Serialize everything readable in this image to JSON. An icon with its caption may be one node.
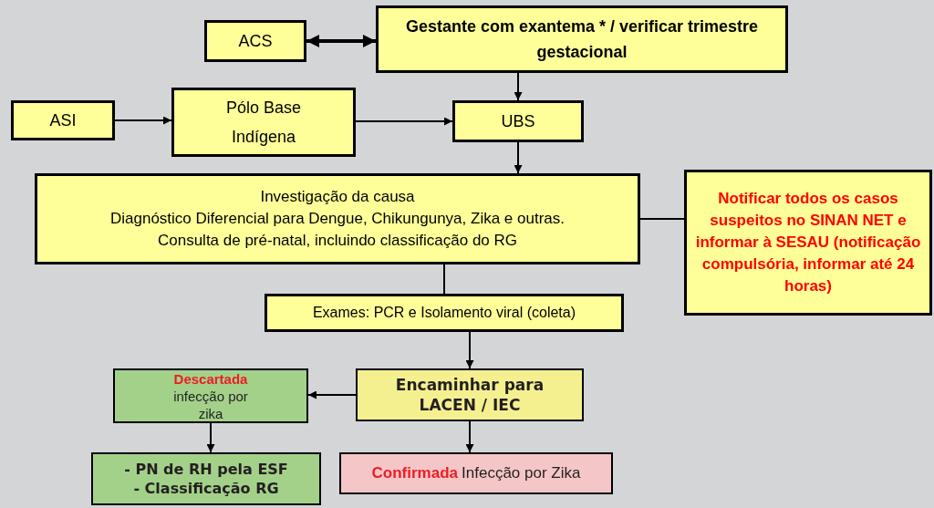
{
  "diagram": {
    "nodes": [
      {
        "text": [
          "ACS"
        ]
      },
      {
        "text": [
          "Gestante com exantema * / verificar trimestre gestacional"
        ]
      },
      {
        "text": [
          "ASI"
        ]
      },
      {
        "text": [
          "Pólo Base Indígena"
        ]
      },
      {
        "text": [
          "UBS"
        ]
      },
      {
        "text": [
          "Investigação da causa",
          "Diagnóstico Diferencial para Dengue, Chikungunya, Zika e outras.",
          "Consulta de pré-natal, incluindo classificação do RG"
        ]
      },
      {
        "text": [
          "Notificar todos os casos suspeitos no SINAN NET e informar à SESAU (notificação compulsória, informar até 24 horas)"
        ]
      },
      {
        "text": [
          "Exames: PCR e Isolamento viral (coleta)"
        ]
      },
      {
        "text": [
          "Encaminhar para LACEN / IEC"
        ]
      },
      {
        "text": [
          "Descartada",
          "infecção por zika"
        ]
      },
      {
        "text": [
          "- PN de RH pela ESF",
          "- Classificação RG"
        ]
      },
      {
        "text": [
          "Confirmada",
          "Infecção por Zika"
        ]
      }
    ],
    "edges": [
      {
        "from": 0,
        "to": 1,
        "arrow": "both",
        "style": "thick"
      },
      {
        "from": 1,
        "to": 4,
        "arrow": "to"
      },
      {
        "from": 2,
        "to": 3,
        "arrow": "to"
      },
      {
        "from": 3,
        "to": 4,
        "arrow": "to"
      },
      {
        "from": 4,
        "to": 5,
        "arrow": "to"
      },
      {
        "from": 5,
        "to": 6,
        "arrow": "none"
      },
      {
        "from": 5,
        "to": 7,
        "arrow": "none"
      },
      {
        "from": 7,
        "to": 8,
        "arrow": "to"
      },
      {
        "from": 8,
        "to": 9,
        "arrow": "to"
      },
      {
        "from": 9,
        "to": 10,
        "arrow": "to"
      },
      {
        "from": 8,
        "to": 11,
        "arrow": "to"
      }
    ]
  }
}
